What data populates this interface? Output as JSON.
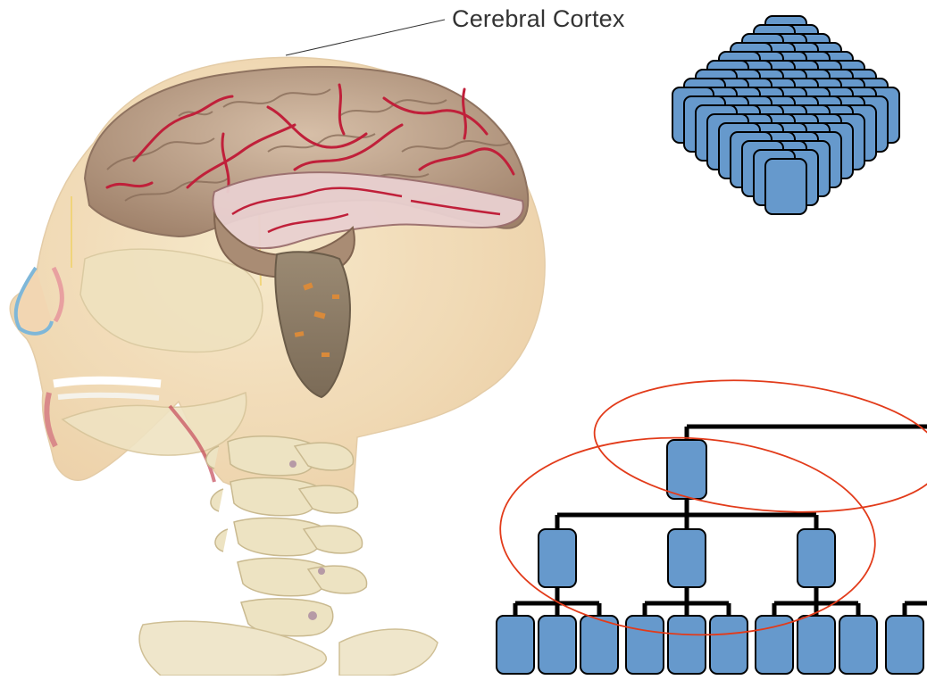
{
  "labels": {
    "cortex": "Cerebral Cortex"
  },
  "colors": {
    "node_fill": "#6699cc",
    "node_stroke": "#000000",
    "edge": "#000000",
    "ellipse": "#e23b1a",
    "skin": "#f1dcb6",
    "brain": "#b89a84",
    "vessel": "#c0203a",
    "bone": "#e9dfbd"
  },
  "hierarchy": {
    "levels": [
      {
        "level": 0,
        "node_count": 1
      },
      {
        "level": 1,
        "node_count": 3
      },
      {
        "level": 2,
        "node_count": 10
      }
    ],
    "highlighted_groups": 2
  },
  "grid": {
    "description_rows": 9,
    "description_cols": 9
  }
}
